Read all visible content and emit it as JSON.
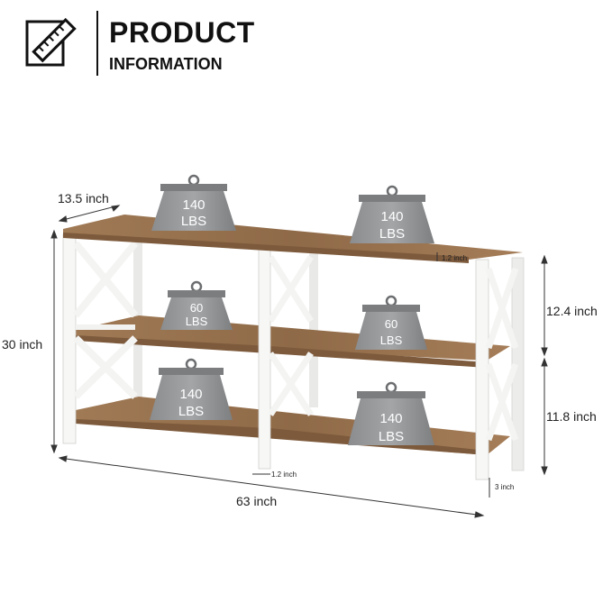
{
  "header": {
    "title": "PRODUCT",
    "subtitle": "INFORMATION"
  },
  "dimensions": {
    "depth": "13.5 inch",
    "height": "30 inch",
    "width": "63 inch",
    "top_shelf_gap": "12.4 inch",
    "bottom_shelf_gap": "11.8 inch",
    "top_thickness": "1.2 inch",
    "leg_width": "1.2 inch",
    "ground_clearance": "3 inch"
  },
  "weights": {
    "top_left": {
      "value": "140",
      "unit": "LBS"
    },
    "top_right": {
      "value": "140",
      "unit": "LBS"
    },
    "middle_left": {
      "value": "60",
      "unit": "LBS"
    },
    "middle_right": {
      "value": "60",
      "unit": "LBS"
    },
    "bottom_left": {
      "value": "140",
      "unit": "LBS"
    },
    "bottom_right": {
      "value": "140",
      "unit": "LBS"
    }
  },
  "colors": {
    "wood": "#9c7552",
    "wood_dark": "#7d5a3c",
    "frame": "#f6f6f4",
    "weight": "#8e9092",
    "weight_dark": "#6c6e70"
  }
}
